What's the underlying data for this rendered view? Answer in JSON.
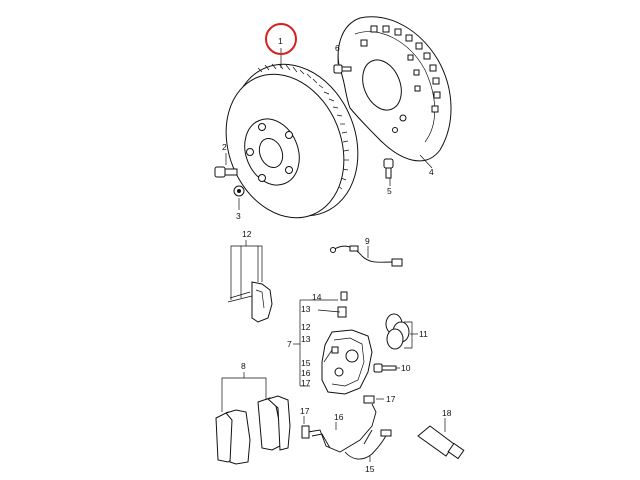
{
  "highlight_color": "#d42020",
  "callouts": {
    "c1": "1",
    "c2": "2",
    "c3": "3",
    "c4": "4",
    "c5": "5",
    "c6": "6",
    "c7": "7",
    "c8": "8",
    "c9": "9",
    "c10a": "10",
    "c11": "11",
    "c12": "12",
    "c12b": "12",
    "c13": "13",
    "c14": "14",
    "c15a": "15",
    "c15b": "15",
    "c16a": "16",
    "c16b": "16",
    "c17a": "17",
    "c17b": "17",
    "c17c": "17",
    "c18": "18",
    "c13b": "13"
  }
}
